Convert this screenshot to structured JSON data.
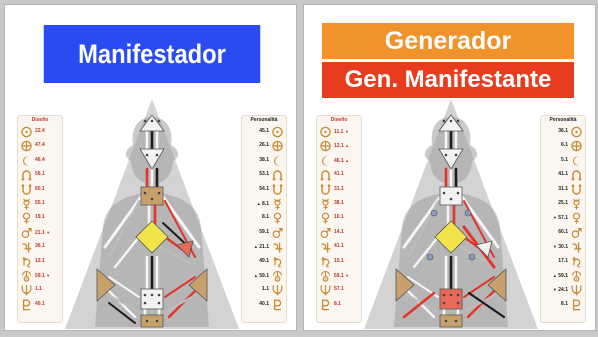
{
  "left_panel": {
    "banner": "Manifestador",
    "design_title": "Diseño",
    "personality_title": "Personalità",
    "design": [
      {
        "icon": "sun-icon",
        "value": "22.4",
        "mark": ""
      },
      {
        "icon": "earth-icon",
        "value": "47.4",
        "mark": ""
      },
      {
        "icon": "moon-icon",
        "value": "46.4",
        "mark": ""
      },
      {
        "icon": "north-node-icon",
        "value": "56.1",
        "mark": ""
      },
      {
        "icon": "south-node-icon",
        "value": "60.1",
        "mark": ""
      },
      {
        "icon": "mercury-icon",
        "value": "55.1",
        "mark": ""
      },
      {
        "icon": "venus-icon",
        "value": "19.1",
        "mark": ""
      },
      {
        "icon": "mars-icon",
        "value": "21.1",
        "mark": "▼"
      },
      {
        "icon": "jupiter-icon",
        "value": "36.1",
        "mark": ""
      },
      {
        "icon": "saturn-icon",
        "value": "12.1",
        "mark": ""
      },
      {
        "icon": "uranus-icon",
        "value": "59.1",
        "mark": "▼"
      },
      {
        "icon": "neptune-icon",
        "value": "1.1",
        "mark": ""
      },
      {
        "icon": "pluto-icon",
        "value": "40.1",
        "mark": ""
      }
    ],
    "personality": [
      {
        "icon": "sun-icon",
        "value": "45.1",
        "mark": ""
      },
      {
        "icon": "earth-icon",
        "value": "26.1",
        "mark": ""
      },
      {
        "icon": "moon-icon",
        "value": "38.1",
        "mark": ""
      },
      {
        "icon": "north-node-icon",
        "value": "53.1",
        "mark": ""
      },
      {
        "icon": "south-node-icon",
        "value": "54.1",
        "mark": ""
      },
      {
        "icon": "mercury-icon",
        "value": "8.1",
        "mark": "▲"
      },
      {
        "icon": "venus-icon",
        "value": "8.1",
        "mark": ""
      },
      {
        "icon": "mars-icon",
        "value": "59.1",
        "mark": ""
      },
      {
        "icon": "jupiter-icon",
        "value": "21.1",
        "mark": "▲"
      },
      {
        "icon": "saturn-icon",
        "value": "49.1",
        "mark": ""
      },
      {
        "icon": "uranus-icon",
        "value": "59.1",
        "mark": "▲"
      },
      {
        "icon": "neptune-icon",
        "value": "1.1",
        "mark": ""
      },
      {
        "icon": "pluto-icon",
        "value": "40.1",
        "mark": ""
      }
    ]
  },
  "right_panel": {
    "banner_top": "Generador",
    "banner_bottom": "Gen. Manifestante",
    "design_title": "Diseño",
    "personality_title": "Personalità",
    "design": [
      {
        "icon": "sun-icon",
        "value": "11.1",
        "mark": "▼"
      },
      {
        "icon": "earth-icon",
        "value": "12.1",
        "mark": "▲"
      },
      {
        "icon": "moon-icon",
        "value": "46.1",
        "mark": "▲"
      },
      {
        "icon": "north-node-icon",
        "value": "41.1",
        "mark": ""
      },
      {
        "icon": "south-node-icon",
        "value": "31.1",
        "mark": ""
      },
      {
        "icon": "mercury-icon",
        "value": "38.1",
        "mark": ""
      },
      {
        "icon": "venus-icon",
        "value": "10.1",
        "mark": ""
      },
      {
        "icon": "mars-icon",
        "value": "14.1",
        "mark": ""
      },
      {
        "icon": "jupiter-icon",
        "value": "41.1",
        "mark": ""
      },
      {
        "icon": "saturn-icon",
        "value": "15.1",
        "mark": ""
      },
      {
        "icon": "uranus-icon",
        "value": "59.1",
        "mark": "▼"
      },
      {
        "icon": "neptune-icon",
        "value": "57.1",
        "mark": ""
      },
      {
        "icon": "pluto-icon",
        "value": "8.1",
        "mark": ""
      }
    ],
    "personality": [
      {
        "icon": "sun-icon",
        "value": "36.1",
        "mark": ""
      },
      {
        "icon": "earth-icon",
        "value": "6.1",
        "mark": ""
      },
      {
        "icon": "moon-icon",
        "value": "5.1",
        "mark": ""
      },
      {
        "icon": "north-node-icon",
        "value": "41.1",
        "mark": ""
      },
      {
        "icon": "south-node-icon",
        "value": "31.1",
        "mark": ""
      },
      {
        "icon": "mercury-icon",
        "value": "25.1",
        "mark": ""
      },
      {
        "icon": "venus-icon",
        "value": "57.1",
        "mark": "▼"
      },
      {
        "icon": "mars-icon",
        "value": "60.1",
        "mark": ""
      },
      {
        "icon": "jupiter-icon",
        "value": "30.1",
        "mark": "▼"
      },
      {
        "icon": "saturn-icon",
        "value": "17.1",
        "mark": ""
      },
      {
        "icon": "uranus-icon",
        "value": "59.1",
        "mark": "▲"
      },
      {
        "icon": "neptune-icon",
        "value": "24.1",
        "mark": "▼"
      },
      {
        "icon": "pluto-icon",
        "value": "8.1",
        "mark": ""
      }
    ]
  },
  "colors": {
    "manifestor_banner": "#2a4bf2",
    "generator_banner": "#f0932a",
    "manifesting_generator_banner": "#e83c1e",
    "design_red": "#c0382b",
    "planet_gold": "#c98a35",
    "defined_center_tan": "#c7a06c",
    "identity_center_yellow": "#f2e34a"
  }
}
